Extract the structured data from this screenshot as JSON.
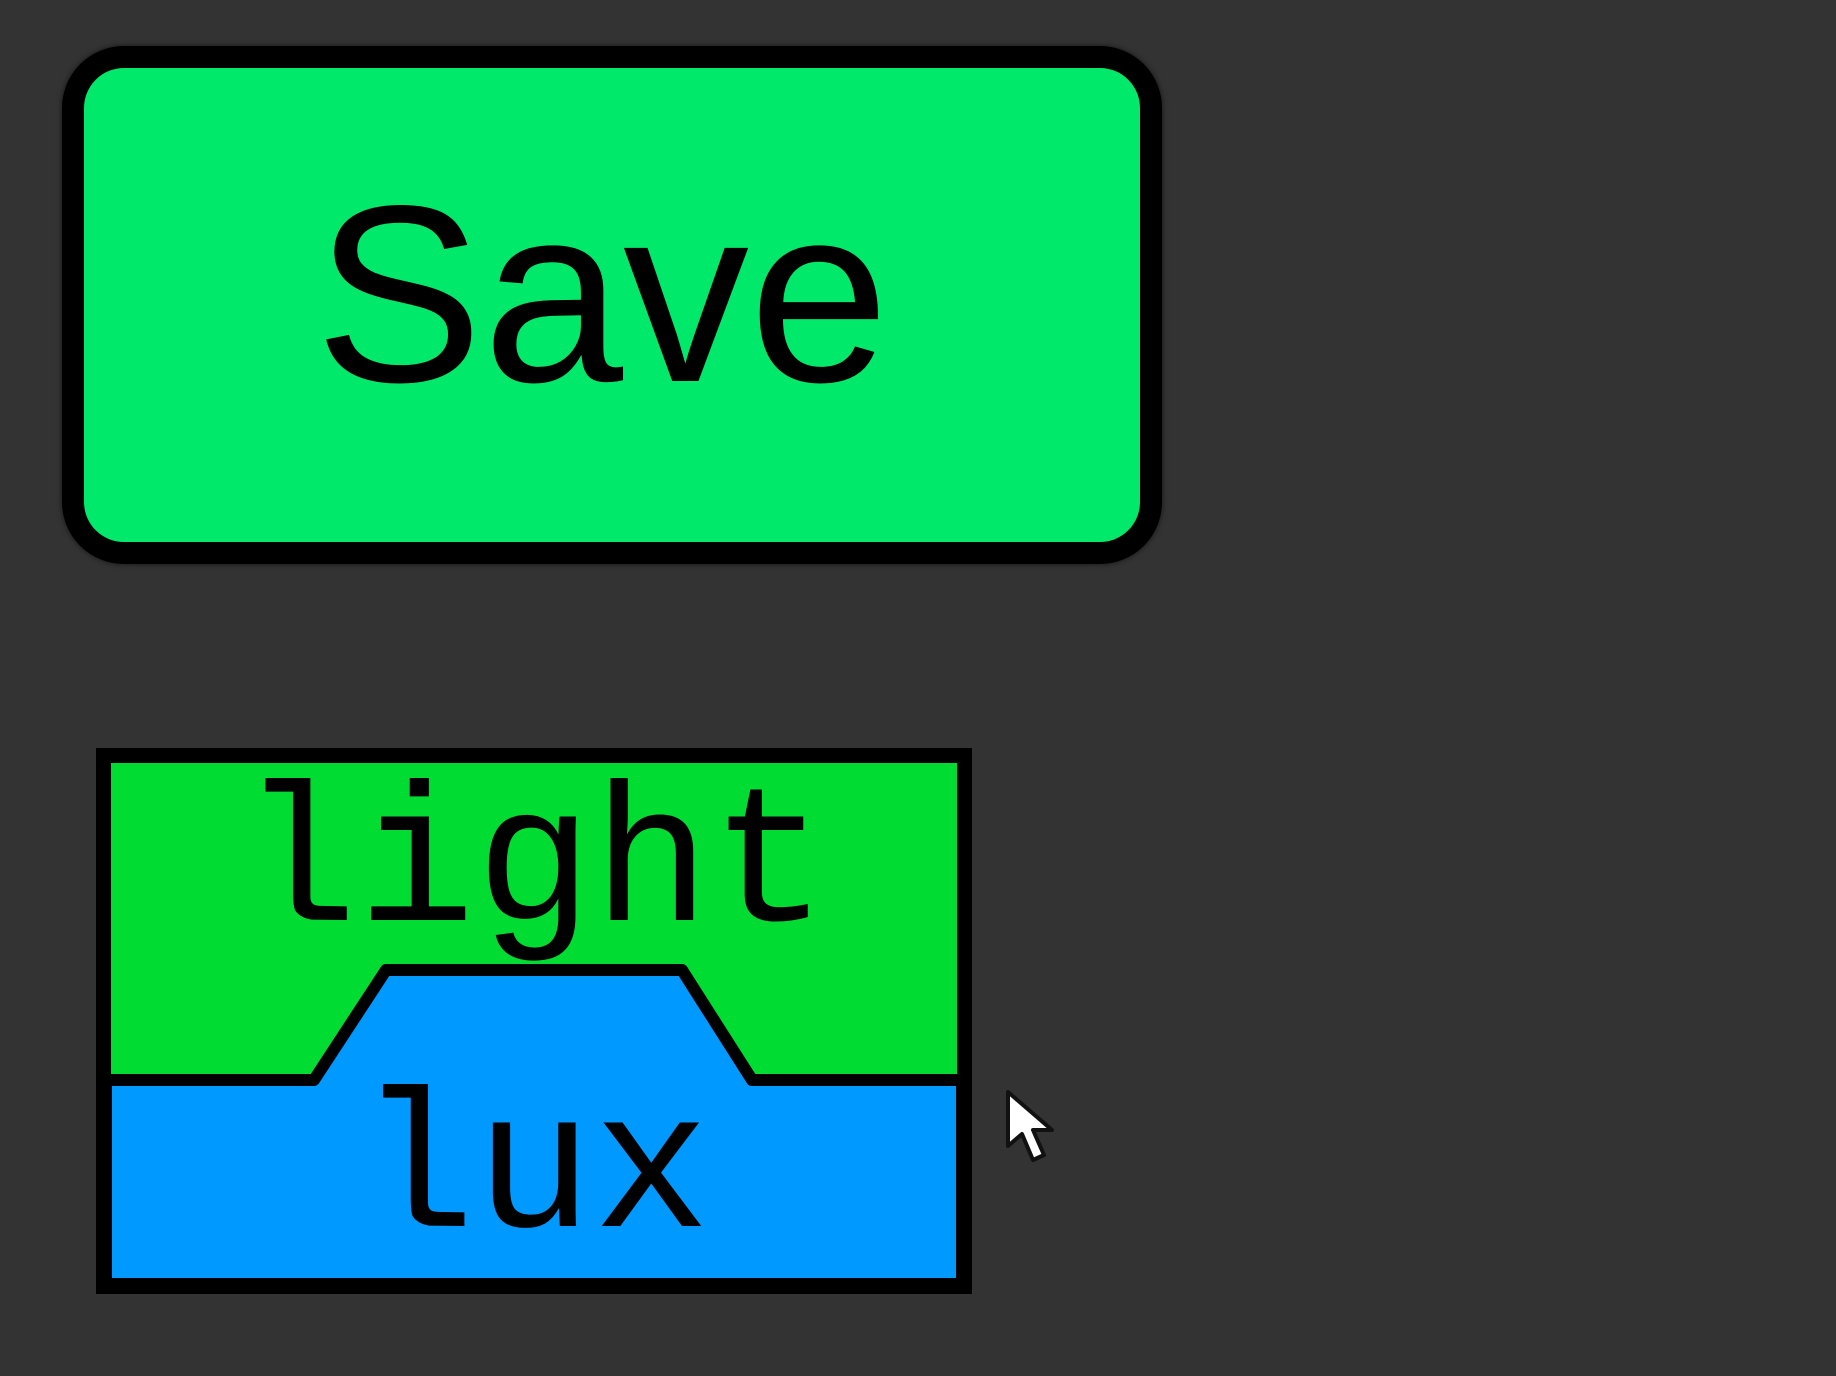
{
  "save_button": {
    "label": "Save"
  },
  "unit_switch": {
    "top_label": "light",
    "bottom_label": "lux"
  },
  "colors": {
    "background": "#333333",
    "save_fill": "#00e96b",
    "top_fill": "#00dc32",
    "bottom_fill": "#0099ff",
    "outline": "#000000"
  },
  "icons": {
    "pointer": "mouse-pointer-icon"
  }
}
